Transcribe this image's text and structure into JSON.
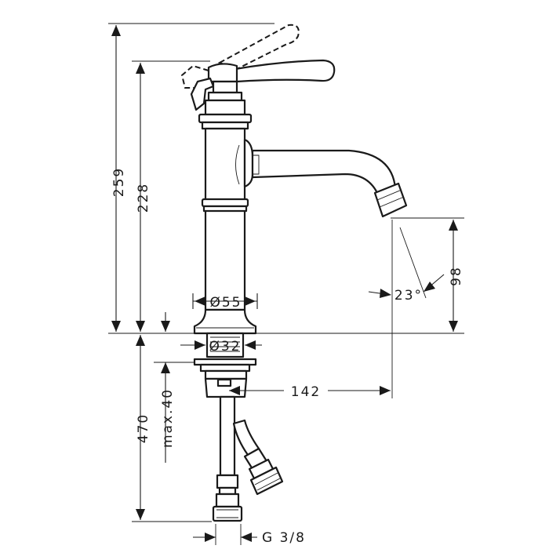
{
  "dimensions": {
    "overall_height": "259",
    "handle_height": "228",
    "base_diameter": "Ø55",
    "shank_diameter": "Ø32",
    "spout_reach": "142",
    "spout_height": "98",
    "spout_angle": "23°",
    "deck_thickness": "max.40",
    "hose_length": "470",
    "connection_thread": "G 3/8"
  }
}
